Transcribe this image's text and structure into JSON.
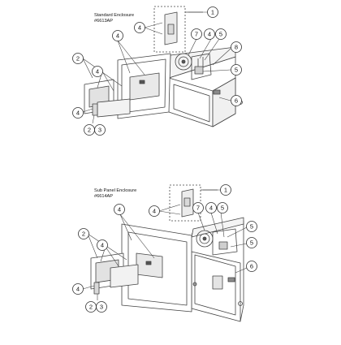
{
  "diagrams": [
    {
      "title": "Standard Enclosure",
      "part_number": "#6613AP"
    },
    {
      "title": "Sub Panel Enclosure",
      "part_number": "#6614AP"
    }
  ],
  "callouts": {
    "c1": "1",
    "c2": "2",
    "c3": "3",
    "c4": "4",
    "c5": "5",
    "c6": "6",
    "c7": "7",
    "c8": "8"
  },
  "colors": {
    "line": "#444444",
    "shade": "#d9d9d9",
    "dark": "#6a6a6a"
  }
}
